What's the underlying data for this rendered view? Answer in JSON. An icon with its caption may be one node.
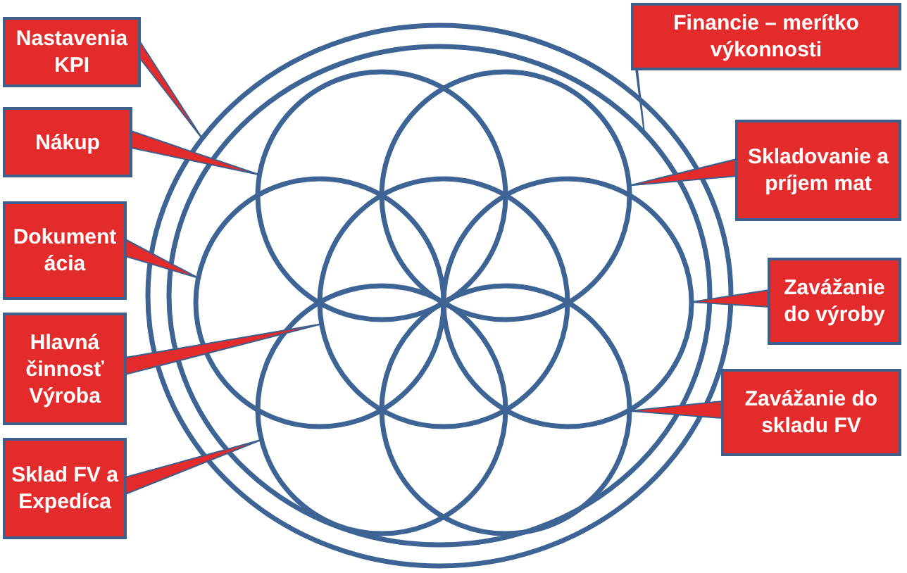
{
  "diagram": {
    "nodes": [
      {
        "text": [
          "Nastavenia KPI"
        ]
      },
      {
        "text": [
          "Financie – merítko výkonnosti"
        ]
      },
      {
        "text": [
          "Nákup"
        ]
      },
      {
        "text": [
          "Skladovanie a príjem mat"
        ]
      },
      {
        "text": [
          "Dokumentácia"
        ]
      },
      {
        "text": [
          "Zavážanie do výroby"
        ]
      },
      {
        "text": [
          "Hlavná činnosť Výroba"
        ]
      },
      {
        "text": [
          "Zavážanie do skladu FV"
        ]
      },
      {
        "text": [
          "Sklad FV a Expedíca"
        ]
      },
      {
        "text": [],
        "shape": "circle"
      },
      {
        "text": [],
        "shape": "circle",
        "in": 9
      },
      {
        "text": [],
        "shape": "circle",
        "in": 10
      },
      {
        "text": [],
        "shape": "circle",
        "in": 10
      },
      {
        "text": [],
        "shape": "circle",
        "in": 10
      },
      {
        "text": [],
        "shape": "circle",
        "in": 10
      },
      {
        "text": [],
        "shape": "circle",
        "in": 10
      },
      {
        "text": [],
        "shape": "circle",
        "in": 10
      },
      {
        "text": [],
        "shape": "circle",
        "in": 10
      }
    ],
    "edges": [
      {
        "from": 0,
        "to": 9,
        "arrow": "none"
      },
      {
        "from": 1,
        "to": 10,
        "arrow": "none"
      },
      {
        "from": 2,
        "to": 11,
        "arrow": "none"
      },
      {
        "from": 3,
        "to": 12,
        "arrow": "none"
      },
      {
        "from": 4,
        "to": 13,
        "arrow": "none"
      },
      {
        "from": 5,
        "to": 15,
        "arrow": "none"
      },
      {
        "from": 6,
        "to": 14,
        "arrow": "none"
      },
      {
        "from": 7,
        "to": 17,
        "arrow": "none"
      },
      {
        "from": 8,
        "to": 16,
        "arrow": "none"
      }
    ]
  }
}
